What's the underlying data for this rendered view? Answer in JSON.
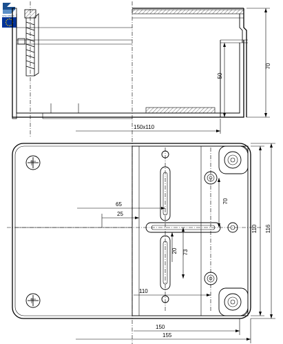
{
  "colors": {
    "eu_flag": "#003399",
    "eu_stars": "#ffcc00",
    "logo": "#1b4f8f",
    "line": "#000000"
  },
  "logo": {
    "caption": "SPELSBERG"
  },
  "section_view": {
    "dim_height_total": "70",
    "dim_height_inner": "50",
    "dim_footprint": "150x110"
  },
  "plan_view": {
    "dim_65": "65",
    "dim_25": "25",
    "dim_70": "70",
    "dim_20": "20",
    "dim_73": "73",
    "dim_110_bottom": "110",
    "dim_110_right": "110",
    "dim_116": "116",
    "dim_150": "150",
    "dim_155": "155"
  }
}
